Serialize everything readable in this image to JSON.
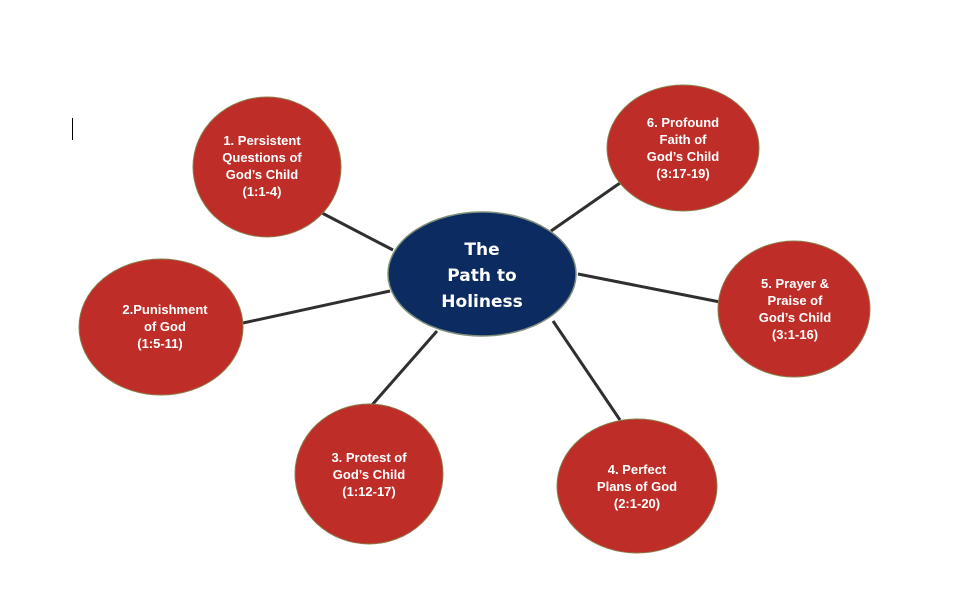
{
  "diagram": {
    "center": {
      "lines": [
        "The",
        "Path to",
        "Holiness"
      ],
      "fill": "#0b2b61",
      "stroke": "#7f8f7a"
    },
    "node_fill": "#bf2d29",
    "node_stroke": "#8c7d4a",
    "connector_color": "#2f2f2f",
    "nodes": [
      {
        "id": "1",
        "lines": [
          "1. Persistent",
          "Questions of",
          "God’s Child",
          "(1:1-4)"
        ]
      },
      {
        "id": "2",
        "lines": [
          "2.Punishment",
          "of God",
          "(1:5-11)"
        ]
      },
      {
        "id": "3",
        "lines": [
          "3. Protest of",
          "God’s Child",
          "(1:12-17)"
        ]
      },
      {
        "id": "4",
        "lines": [
          "4. Perfect",
          "Plans of God",
          "(2:1-20)"
        ]
      },
      {
        "id": "5",
        "lines": [
          "5. Prayer &",
          "Praise of",
          "God’s Child",
          "(3:1-16)"
        ]
      },
      {
        "id": "6",
        "lines": [
          "6. Profound",
          "Faith of",
          "God’s Child",
          "(3:17-19)"
        ]
      }
    ]
  }
}
